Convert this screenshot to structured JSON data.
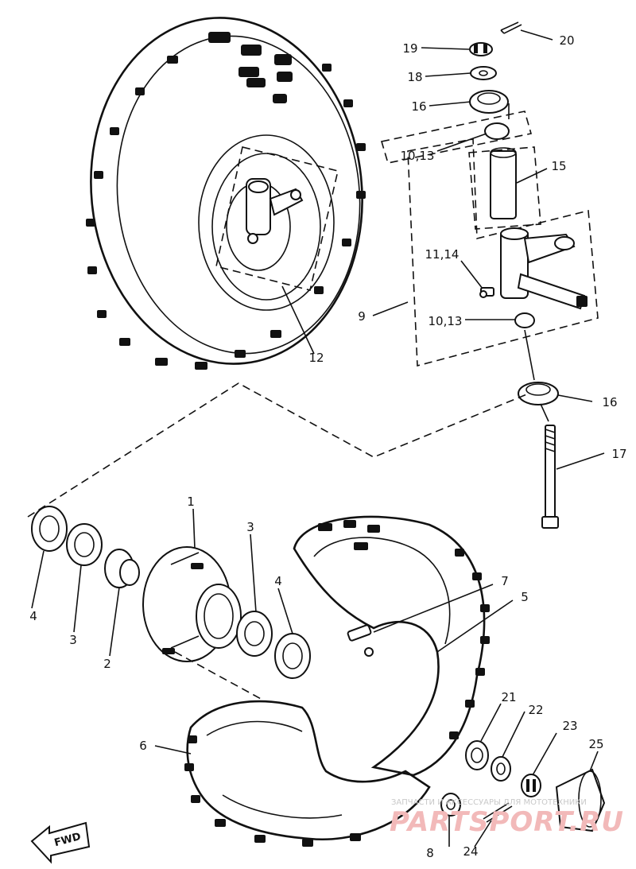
{
  "diagram": {
    "callouts": [
      "1",
      "2",
      "3",
      "3",
      "4",
      "4",
      "5",
      "6",
      "7",
      "8",
      "9",
      "10,13",
      "10,13",
      "11,14",
      "12",
      "15",
      "16",
      "16",
      "17",
      "18",
      "19",
      "20",
      "21",
      "22",
      "23",
      "24",
      "25"
    ],
    "fwd_label": "FWD"
  },
  "watermark": {
    "tagline": "ЗАПЧАСТИ И АКСЕССУАРЫ ДЛЯ МОТОТЕХНИКИ",
    "brand": "PARTSPORT.RU"
  }
}
